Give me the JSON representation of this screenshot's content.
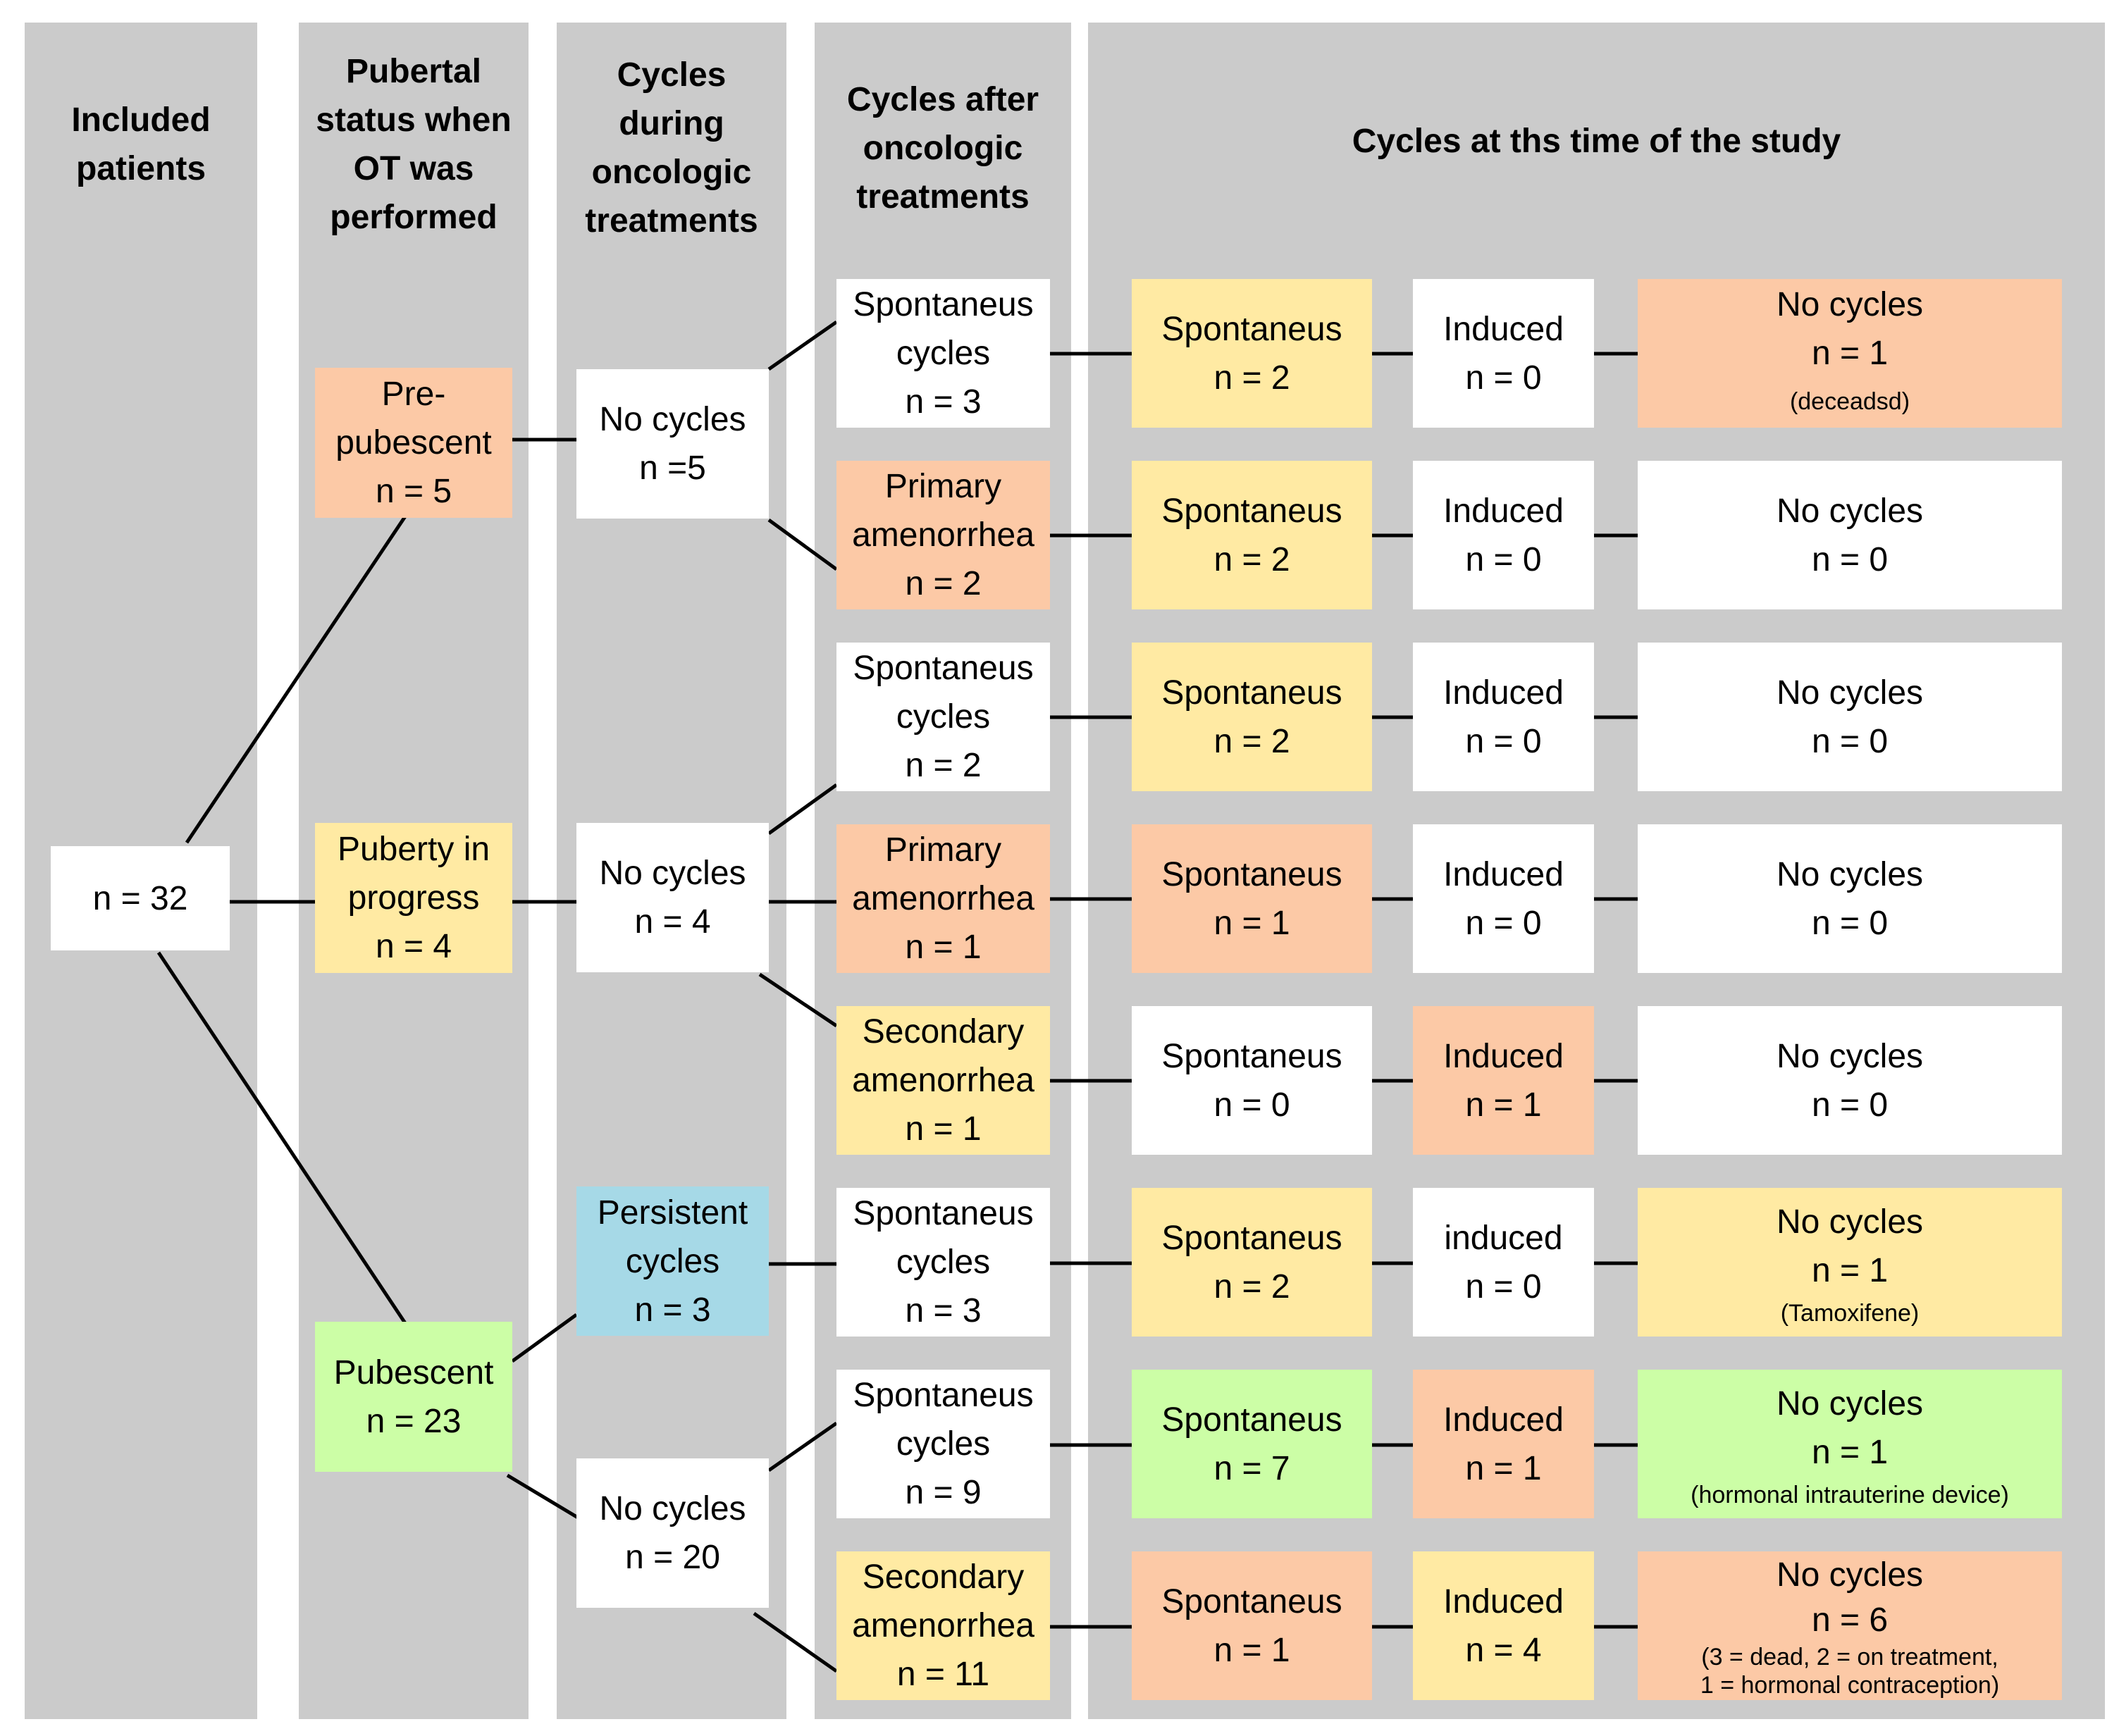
{
  "colors": {
    "background": "#cbcbcb",
    "white": "#ffffff",
    "orange": "#fcc9a6",
    "yellow": "#ffeaa3",
    "green": "#ccfea6",
    "blue": "#a6d9e7"
  },
  "headers": {
    "included": [
      "Included",
      "patients"
    ],
    "pubertal": [
      "Pubertal",
      "status when",
      "OT was",
      "performed"
    ],
    "during": [
      "Cycles",
      "during",
      "oncologic",
      "treatments"
    ],
    "after": [
      "Cycles after",
      "oncologic",
      "treatments"
    ],
    "study": [
      "Cycles at ths time of the study"
    ]
  },
  "root": [
    "n = 32"
  ],
  "pubertal": {
    "pre": [
      "Pre-",
      "pubescent",
      "n = 5"
    ],
    "progress": [
      "Puberty in",
      "progress",
      "n = 4"
    ],
    "pub": [
      "Pubescent",
      "n = 23"
    ]
  },
  "during": {
    "pre": [
      "No cycles",
      "n =5"
    ],
    "progress": [
      "No cycles",
      "n = 4"
    ],
    "persistent": [
      "Persistent",
      "cycles",
      "n = 3"
    ],
    "nocycles": [
      "No cycles",
      "n = 20"
    ]
  },
  "rows": [
    {
      "after": [
        "Spontaneus",
        "cycles",
        "n = 3"
      ],
      "spont": [
        "Spontaneus",
        "n = 2"
      ],
      "ind": [
        "Induced",
        "n = 0"
      ],
      "no": [
        "No cycles",
        "n = 1"
      ],
      "no_inline": "(deceadsd)"
    },
    {
      "after": [
        "Primary",
        "amenorrhea",
        "n = 2"
      ],
      "spont": [
        "Spontaneus",
        "n = 2"
      ],
      "ind": [
        "Induced",
        "n = 0"
      ],
      "no": [
        "No cycles",
        "n = 0"
      ]
    },
    {
      "after": [
        "Spontaneus",
        "cycles",
        "n = 2"
      ],
      "spont": [
        "Spontaneus",
        "n = 2"
      ],
      "ind": [
        "Induced",
        "n = 0"
      ],
      "no": [
        "No cycles",
        "n = 0"
      ]
    },
    {
      "after": [
        "Primary",
        "amenorrhea",
        "n = 1"
      ],
      "spont": [
        "Spontaneus",
        "n = 1"
      ],
      "ind": [
        "Induced",
        "n = 0"
      ],
      "no": [
        "No cycles",
        "n = 0"
      ]
    },
    {
      "after": [
        "Secondary",
        "amenorrhea",
        "n = 1"
      ],
      "spont": [
        "Spontaneus",
        "n = 0"
      ],
      "ind": [
        "Induced",
        "n = 1"
      ],
      "no": [
        "No cycles",
        "n = 0"
      ]
    },
    {
      "after": [
        "Spontaneus",
        "cycles",
        "n = 3"
      ],
      "spont": [
        "Spontaneus",
        "n = 2"
      ],
      "ind": [
        "induced",
        "n = 0"
      ],
      "no": [
        "No cycles",
        "n = 1"
      ],
      "no_note": [
        "(Tamoxifene)"
      ]
    },
    {
      "after": [
        "Spontaneus",
        "cycles",
        "n = 9"
      ],
      "spont": [
        "Spontaneus",
        "n = 7"
      ],
      "ind": [
        "Induced",
        "n = 1"
      ],
      "no": [
        "No cycles",
        "n = 1"
      ],
      "no_note": [
        "(hormonal intrauterine device)"
      ]
    },
    {
      "after": [
        "Secondary",
        "amenorrhea",
        "n = 11"
      ],
      "spont": [
        "Spontaneus",
        "n = 1"
      ],
      "ind": [
        "Induced",
        "n = 4"
      ],
      "no": [
        "No cycles",
        "n = 6"
      ],
      "no_note": [
        "(3 = dead, 2 = on treatment,",
        "1 = hormonal contraception)"
      ]
    }
  ]
}
